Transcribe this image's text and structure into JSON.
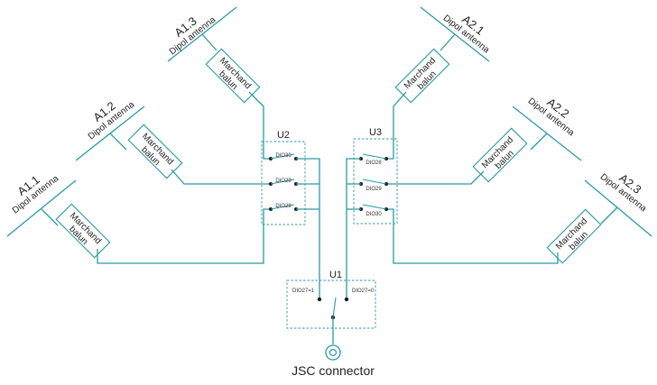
{
  "left_antennas": [
    {
      "id": "A1.1",
      "type": "Dipol antenna",
      "balun": [
        "Marchand",
        "balun"
      ]
    },
    {
      "id": "A1.2",
      "type": "Dipol antenna",
      "balun": [
        "Marchand",
        "balun"
      ]
    },
    {
      "id": "A1.3",
      "type": "Dipol antenna",
      "balun": [
        "Marchand",
        "balun"
      ]
    }
  ],
  "right_antennas": [
    {
      "id": "A2.1",
      "type": "Dipol antenna",
      "balun": [
        "Marchand",
        "balun"
      ]
    },
    {
      "id": "A2.2",
      "type": "Dipol antenna",
      "balun": [
        "Marchand",
        "balun"
      ]
    },
    {
      "id": "A2.3",
      "type": "Dipol antenna",
      "balun": [
        "Marchand",
        "balun"
      ]
    }
  ],
  "switches": {
    "u2": {
      "label": "U2",
      "pins": [
        "DIO30",
        "DIO29",
        "DIO28"
      ]
    },
    "u3": {
      "label": "U3",
      "pins": [
        "DIO28",
        "DIO29",
        "DIO30"
      ]
    },
    "u1": {
      "label": "U1",
      "left_pin": "DIO27=1",
      "right_pin": "DIO27=0"
    }
  },
  "connector": {
    "label": "JSC connector"
  }
}
